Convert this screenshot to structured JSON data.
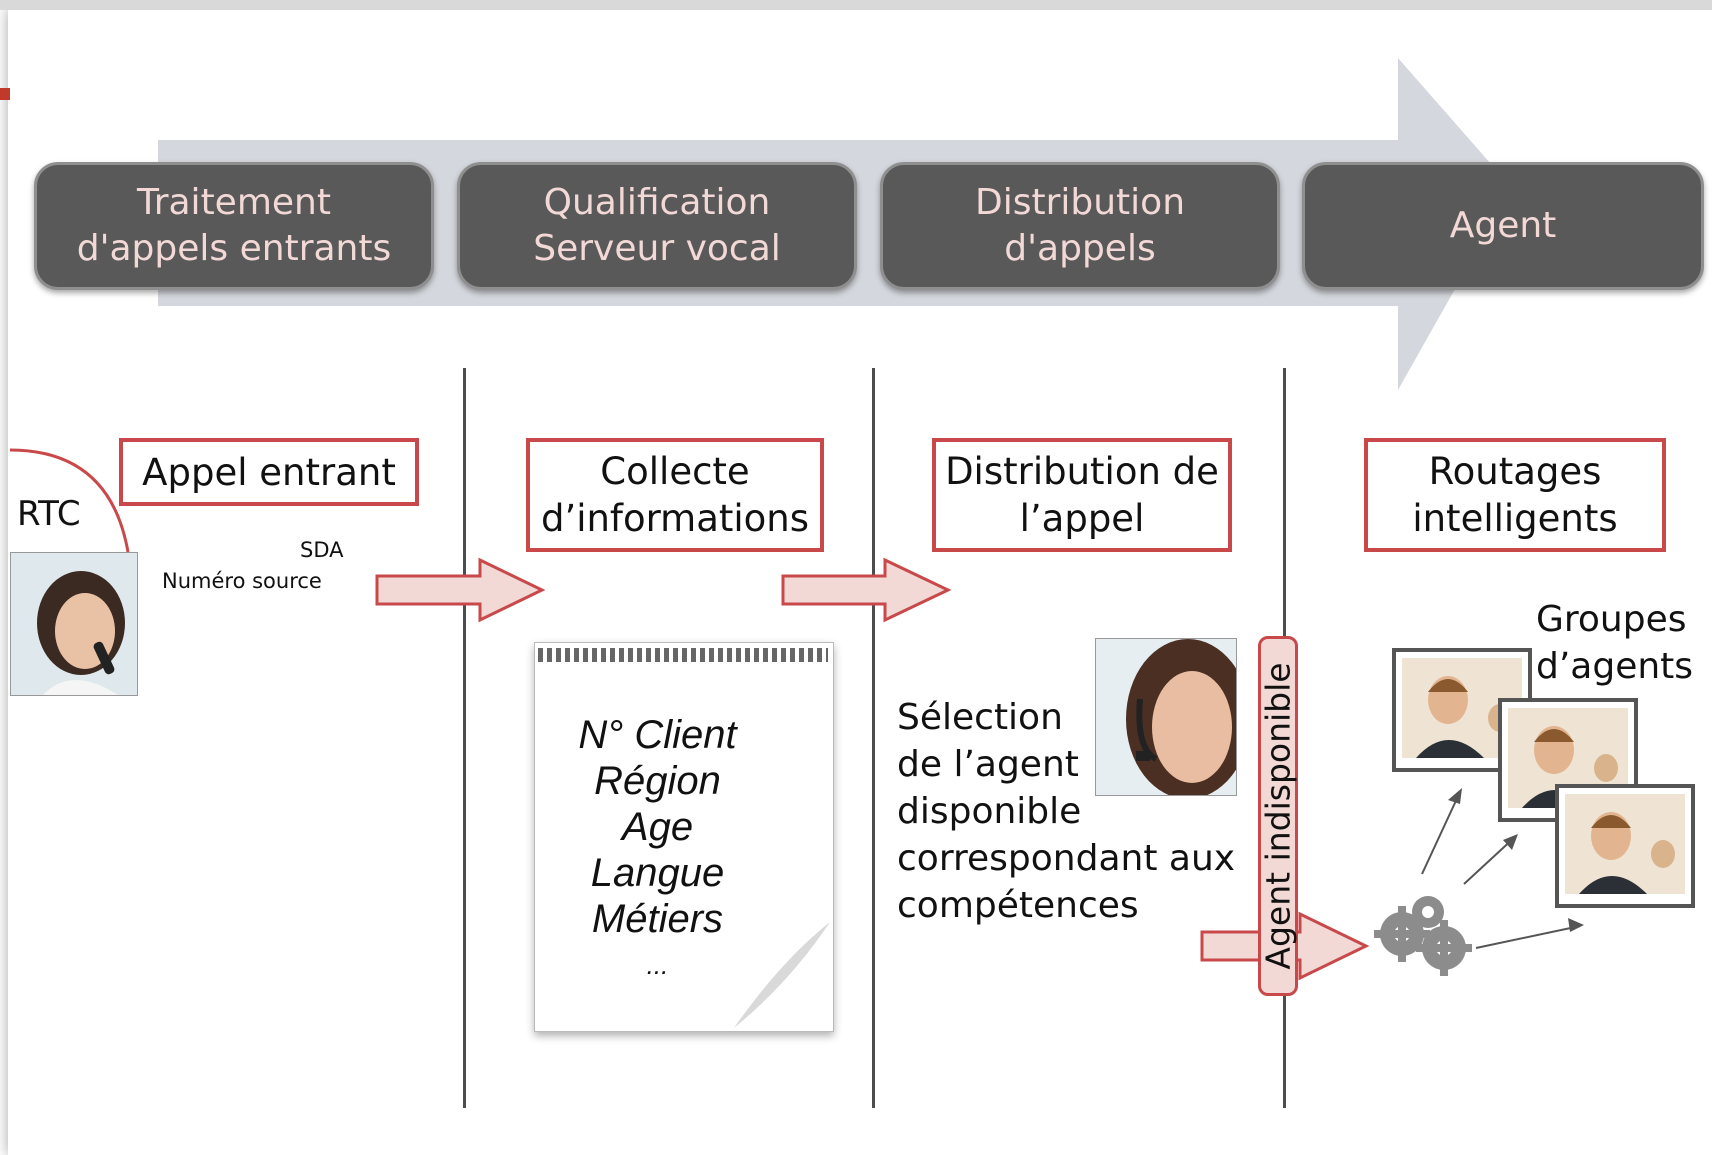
{
  "stages": [
    {
      "label": "Traitement\nd'appels entrants"
    },
    {
      "label": "Qualification\nServeur vocal"
    },
    {
      "label": "Distribution\nd'appels"
    },
    {
      "label": "Agent"
    }
  ],
  "col1": {
    "box": "Appel entrant",
    "rtc": "RTC",
    "sda": "SDA",
    "source": "Numéro source"
  },
  "col2": {
    "box": "Collecte\nd’informations",
    "note_lines": [
      "N° Client",
      "Région",
      "Age",
      "Langue",
      "Métiers",
      "..."
    ]
  },
  "col3": {
    "box": "Distribution de\nl’appel",
    "selection": [
      "Sélection",
      "de l’agent",
      "disponible",
      "correspondant aux",
      "compétences"
    ],
    "agent_tag": "Agent indisponible"
  },
  "col4": {
    "box": "Routages\nintelligents",
    "groups": [
      "Groupes",
      "d’agents"
    ]
  },
  "colors": {
    "stage_fill": "#595959",
    "stage_text": "#f2d9d6",
    "flow_arrow": "#d4d7dd",
    "red_border": "#c9494b",
    "pink_fill": "#f2d9d6"
  }
}
